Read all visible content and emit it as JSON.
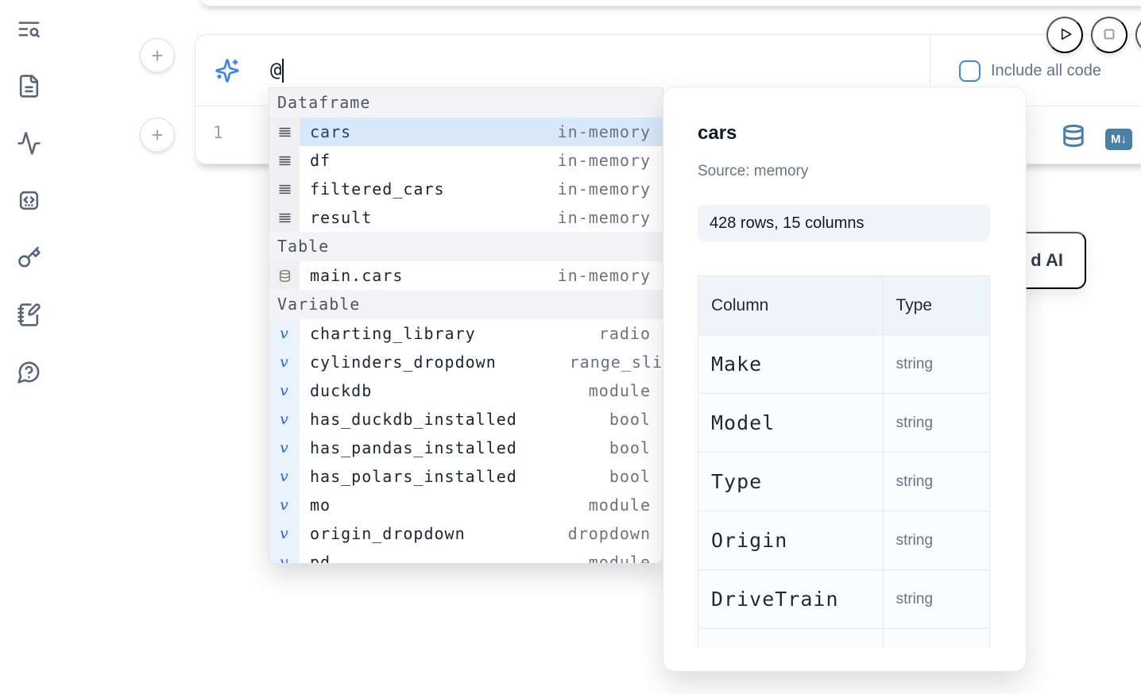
{
  "sidebar": {
    "items": [
      {
        "id": "search",
        "icon": "text-search-icon"
      },
      {
        "id": "files",
        "icon": "file-icon"
      },
      {
        "id": "activity",
        "icon": "activity-icon"
      },
      {
        "id": "snippets",
        "icon": "code-snippet-icon"
      },
      {
        "id": "keys",
        "icon": "key-icon"
      },
      {
        "id": "scratchpad",
        "icon": "notebook-pen-icon"
      },
      {
        "id": "help",
        "icon": "help-chat-icon"
      }
    ]
  },
  "cell": {
    "add_cell_label": "+",
    "prompt_value": "@",
    "include_all_code_label": "Include all code",
    "line_number": "1",
    "markdown_badge": "M↓"
  },
  "autocomplete": {
    "sections": [
      {
        "label": "Dataframe",
        "items": [
          {
            "name": "cars",
            "type": "in-memory"
          },
          {
            "name": "df",
            "type": "in-memory"
          },
          {
            "name": "filtered_cars",
            "type": "in-memory"
          },
          {
            "name": "result",
            "type": "in-memory"
          }
        ]
      },
      {
        "label": "Table",
        "items": [
          {
            "name": "main.cars",
            "type": "in-memory"
          }
        ]
      },
      {
        "label": "Variable",
        "items": [
          {
            "name": "charting_library",
            "type": "radio"
          },
          {
            "name": "cylinders_dropdown",
            "type": "range_sli"
          },
          {
            "name": "duckdb",
            "type": "module"
          },
          {
            "name": "has_duckdb_installed",
            "type": "bool"
          },
          {
            "name": "has_pandas_installed",
            "type": "bool"
          },
          {
            "name": "has_polars_installed",
            "type": "bool"
          },
          {
            "name": "mo",
            "type": "module"
          },
          {
            "name": "origin_dropdown",
            "type": "dropdown"
          },
          {
            "name": "pd",
            "type": "module"
          }
        ]
      }
    ]
  },
  "preview": {
    "title": "cars",
    "source": "Source: memory",
    "shape_badge": "428 rows, 15 columns",
    "table": {
      "col_header": "Column",
      "type_header": "Type",
      "rows": [
        {
          "column": "Make",
          "type": "string"
        },
        {
          "column": "Model",
          "type": "string"
        },
        {
          "column": "Type",
          "type": "string"
        },
        {
          "column": "Origin",
          "type": "string"
        },
        {
          "column": "DriveTrain",
          "type": "string"
        },
        {
          "column": "",
          "type": ""
        }
      ]
    }
  },
  "ai_button": {
    "visible_label": "d AI"
  },
  "colors": {
    "accent_blue": "#3B82F6",
    "steel_blue": "#4B80A6",
    "selection_bg": "#D9E8F9",
    "selected_text": "#21406F",
    "muted_text": "#6B7280"
  }
}
